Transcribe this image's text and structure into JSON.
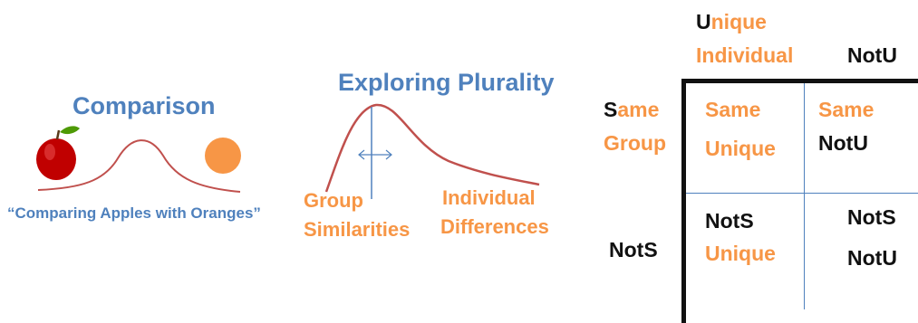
{
  "comparison": {
    "title": "Comparison",
    "caption": "“Comparing Apples with Oranges”"
  },
  "plurality": {
    "title": "Exploring Plurality",
    "left_label_line1": "Group",
    "left_label_line2": "Similarities",
    "right_label_line1": "Individual",
    "right_label_line2": "Differences"
  },
  "grid": {
    "col_header": {
      "unique_first_letter": "U",
      "unique_rest": "nique",
      "individual": "Individual",
      "notu": "NotU"
    },
    "row_header": {
      "same_first_letter": "S",
      "same_rest": "ame",
      "group": "Group",
      "nots": "NotS"
    },
    "cells": {
      "top_left_line1": "Same",
      "top_left_line2": "Unique",
      "top_right_line1": "Same",
      "top_right_line2": "NotU",
      "bottom_left_line1": "NotS",
      "bottom_left_line2": "Unique",
      "bottom_right_line1": "NotS",
      "bottom_right_line2": "NotU"
    }
  },
  "colors": {
    "blue": "#4f81bd",
    "orange": "#f79646",
    "curve_red": "#c0504d",
    "apple_red": "#c00000",
    "leaf_green": "#4e9a06"
  }
}
